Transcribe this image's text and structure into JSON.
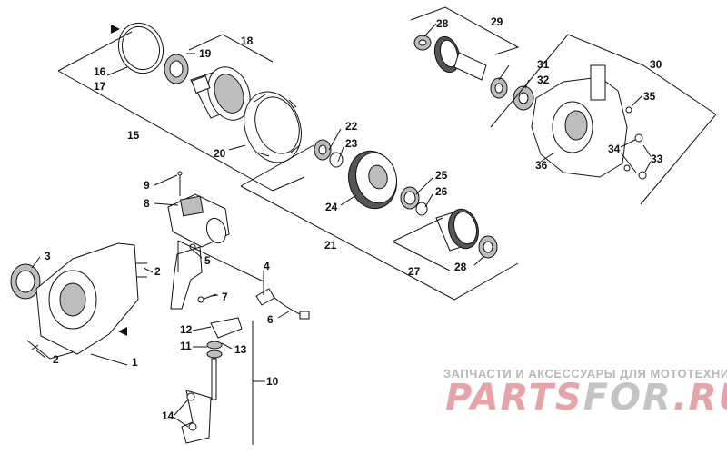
{
  "callouts": {
    "c1": "1",
    "c2a": "2",
    "c2b": "2",
    "c3": "3",
    "c4": "4",
    "c5": "5",
    "c6": "6",
    "c7": "7",
    "c8": "8",
    "c9": "9",
    "c10": "10",
    "c11": "11",
    "c12": "12",
    "c13": "13",
    "c14": "14",
    "c15": "15",
    "c16": "16",
    "c17": "17",
    "c18": "18",
    "c19": "19",
    "c20": "20",
    "c21": "21",
    "c22": "22",
    "c23": "23",
    "c24": "24",
    "c25": "25",
    "c26": "26",
    "c27": "27",
    "c28a": "28",
    "c28b": "28",
    "c29": "29",
    "c30": "30",
    "c31": "31",
    "c32": "32",
    "c33": "33",
    "c34": "34",
    "c35": "35",
    "c36": "36"
  },
  "watermark": {
    "tagline": "ЗАПЧАСТИ И АКСЕССУАРЫ ДЛЯ МОТОТЕХНИКИ",
    "logo_part1": "PARTS",
    "logo_part2": "FOR",
    "logo_part3": ".RU",
    "color_red": "#e8a3a8",
    "color_gray": "#c4c4c4"
  }
}
